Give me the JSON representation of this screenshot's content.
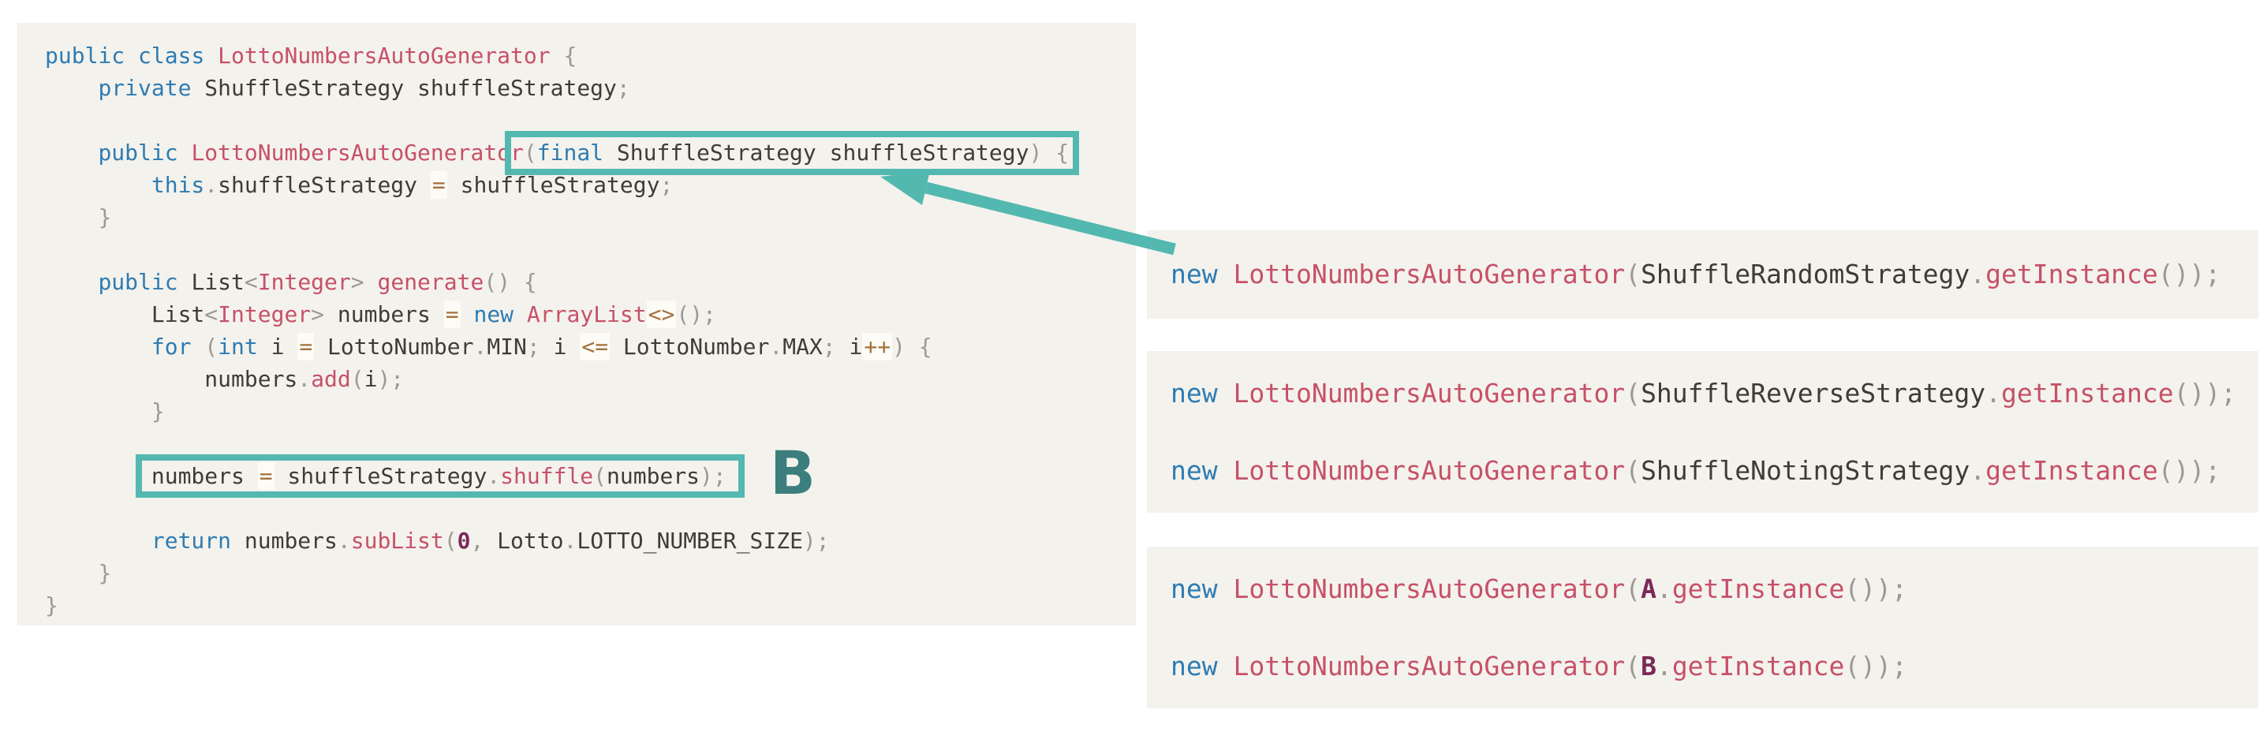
{
  "palette": {
    "teal": "#53b8b0",
    "label_teal": "#3b7e7d",
    "code_bg": "#f4f2ec",
    "page_bg": "#ffffff",
    "keyword": "#2d7cb3",
    "name": "#c65168",
    "plain": "#3e3c38",
    "punct": "#9c9995",
    "operator": "#a3713b",
    "operator_bg": "#fcfbf5",
    "const": "#7a2a58"
  },
  "left_panel": {
    "lines": [
      [
        {
          "t": "public",
          "c": "k"
        },
        {
          "t": " ",
          "c": "w"
        },
        {
          "t": "class",
          "c": "k"
        },
        {
          "t": " ",
          "c": "w"
        },
        {
          "t": "LottoNumbersAutoGenerator",
          "c": "n"
        },
        {
          "t": " ",
          "c": "w"
        },
        {
          "t": "{",
          "c": "g"
        }
      ],
      [
        {
          "t": "    ",
          "c": "w"
        },
        {
          "t": "private",
          "c": "k"
        },
        {
          "t": " ShuffleStrategy shuffleStrategy",
          "c": "w"
        },
        {
          "t": ";",
          "c": "g"
        }
      ],
      [
        {
          "t": "",
          "c": "w"
        }
      ],
      [
        {
          "t": "    ",
          "c": "w"
        },
        {
          "t": "public",
          "c": "k"
        },
        {
          "t": " ",
          "c": "w"
        },
        {
          "t": "LottoNumbersAutoGenerator",
          "c": "n"
        },
        {
          "t": "(",
          "c": "g"
        },
        {
          "t": "final",
          "c": "k"
        },
        {
          "t": " ShuffleStrategy shuffleStrategy",
          "c": "w"
        },
        {
          "t": ") {",
          "c": "g"
        }
      ],
      [
        {
          "t": "        ",
          "c": "w"
        },
        {
          "t": "this",
          "c": "k"
        },
        {
          "t": ".",
          "c": "g"
        },
        {
          "t": "shuffleStrategy ",
          "c": "w"
        },
        {
          "t": "=",
          "c": "o"
        },
        {
          "t": " shuffleStrategy",
          "c": "w"
        },
        {
          "t": ";",
          "c": "g"
        }
      ],
      [
        {
          "t": "    ",
          "c": "w"
        },
        {
          "t": "}",
          "c": "g"
        }
      ],
      [
        {
          "t": "",
          "c": "w"
        }
      ],
      [
        {
          "t": "    ",
          "c": "w"
        },
        {
          "t": "public",
          "c": "k"
        },
        {
          "t": " List",
          "c": "w"
        },
        {
          "t": "<",
          "c": "g"
        },
        {
          "t": "Integer",
          "c": "n"
        },
        {
          "t": ">",
          "c": "g"
        },
        {
          "t": " ",
          "c": "w"
        },
        {
          "t": "generate",
          "c": "n"
        },
        {
          "t": "() {",
          "c": "g"
        }
      ],
      [
        {
          "t": "        List",
          "c": "w"
        },
        {
          "t": "<",
          "c": "g"
        },
        {
          "t": "Integer",
          "c": "n"
        },
        {
          "t": ">",
          "c": "g"
        },
        {
          "t": " numbers ",
          "c": "w"
        },
        {
          "t": "=",
          "c": "o"
        },
        {
          "t": " ",
          "c": "w"
        },
        {
          "t": "new",
          "c": "k"
        },
        {
          "t": " ",
          "c": "w"
        },
        {
          "t": "ArrayList",
          "c": "n"
        },
        {
          "t": "<>",
          "c": "o"
        },
        {
          "t": "();",
          "c": "g"
        }
      ],
      [
        {
          "t": "        ",
          "c": "w"
        },
        {
          "t": "for",
          "c": "k"
        },
        {
          "t": " ",
          "c": "w"
        },
        {
          "t": "(",
          "c": "g"
        },
        {
          "t": "int",
          "c": "k"
        },
        {
          "t": " i ",
          "c": "w"
        },
        {
          "t": "=",
          "c": "o"
        },
        {
          "t": " LottoNumber",
          "c": "w"
        },
        {
          "t": ".",
          "c": "g"
        },
        {
          "t": "MIN",
          "c": "w"
        },
        {
          "t": ";",
          "c": "g"
        },
        {
          "t": " i ",
          "c": "w"
        },
        {
          "t": "<=",
          "c": "o"
        },
        {
          "t": " LottoNumber",
          "c": "w"
        },
        {
          "t": ".",
          "c": "g"
        },
        {
          "t": "MAX",
          "c": "w"
        },
        {
          "t": ";",
          "c": "g"
        },
        {
          "t": " i",
          "c": "w"
        },
        {
          "t": "++",
          "c": "o"
        },
        {
          "t": ") {",
          "c": "g"
        }
      ],
      [
        {
          "t": "            numbers",
          "c": "w"
        },
        {
          "t": ".",
          "c": "g"
        },
        {
          "t": "add",
          "c": "n"
        },
        {
          "t": "(",
          "c": "g"
        },
        {
          "t": "i",
          "c": "w"
        },
        {
          "t": ");",
          "c": "g"
        }
      ],
      [
        {
          "t": "        ",
          "c": "w"
        },
        {
          "t": "}",
          "c": "g"
        }
      ],
      [
        {
          "t": "",
          "c": "w"
        }
      ],
      [
        {
          "t": "        numbers ",
          "c": "w"
        },
        {
          "t": "=",
          "c": "o"
        },
        {
          "t": " shuffleStrategy",
          "c": "w"
        },
        {
          "t": ".",
          "c": "g"
        },
        {
          "t": "shuffle",
          "c": "n"
        },
        {
          "t": "(",
          "c": "g"
        },
        {
          "t": "numbers",
          "c": "w"
        },
        {
          "t": ");",
          "c": "g"
        }
      ],
      [
        {
          "t": "",
          "c": "w"
        }
      ],
      [
        {
          "t": "        ",
          "c": "w"
        },
        {
          "t": "return",
          "c": "k"
        },
        {
          "t": " numbers",
          "c": "w"
        },
        {
          "t": ".",
          "c": "g"
        },
        {
          "t": "subList",
          "c": "n"
        },
        {
          "t": "(",
          "c": "g"
        },
        {
          "t": "0",
          "c": "d"
        },
        {
          "t": ",",
          "c": "g"
        },
        {
          "t": " Lotto",
          "c": "w"
        },
        {
          "t": ".",
          "c": "g"
        },
        {
          "t": "LOTTO_NUMBER_SIZE",
          "c": "w"
        },
        {
          "t": ");",
          "c": "g"
        }
      ],
      [
        {
          "t": "    ",
          "c": "w"
        },
        {
          "t": "}",
          "c": "g"
        }
      ],
      [
        {
          "t": "}",
          "c": "g"
        }
      ]
    ]
  },
  "right_panels": [
    {
      "lines": [
        [
          {
            "t": "new",
            "c": "k"
          },
          {
            "t": " ",
            "c": "w"
          },
          {
            "t": "LottoNumbersAutoGenerator",
            "c": "n"
          },
          {
            "t": "(",
            "c": "g"
          },
          {
            "t": "ShuffleRandomStrategy",
            "c": "w"
          },
          {
            "t": ".",
            "c": "g"
          },
          {
            "t": "getInstance",
            "c": "n"
          },
          {
            "t": "());",
            "c": "g"
          }
        ]
      ]
    },
    {
      "lines": [
        [
          {
            "t": "new",
            "c": "k"
          },
          {
            "t": " ",
            "c": "w"
          },
          {
            "t": "LottoNumbersAutoGenerator",
            "c": "n"
          },
          {
            "t": "(",
            "c": "g"
          },
          {
            "t": "ShuffleReverseStrategy",
            "c": "w"
          },
          {
            "t": ".",
            "c": "g"
          },
          {
            "t": "getInstance",
            "c": "n"
          },
          {
            "t": "());",
            "c": "g"
          }
        ],
        [
          {
            "t": "new",
            "c": "k"
          },
          {
            "t": " ",
            "c": "w"
          },
          {
            "t": "LottoNumbersAutoGenerator",
            "c": "n"
          },
          {
            "t": "(",
            "c": "g"
          },
          {
            "t": "ShuffleNotingStrategy",
            "c": "w"
          },
          {
            "t": ".",
            "c": "g"
          },
          {
            "t": "getInstance",
            "c": "n"
          },
          {
            "t": "());",
            "c": "g"
          }
        ]
      ]
    },
    {
      "lines": [
        [
          {
            "t": "new",
            "c": "k"
          },
          {
            "t": " ",
            "c": "w"
          },
          {
            "t": "LottoNumbersAutoGenerator",
            "c": "n"
          },
          {
            "t": "(",
            "c": "g"
          },
          {
            "t": "A",
            "c": "d"
          },
          {
            "t": ".",
            "c": "g"
          },
          {
            "t": "getInstance",
            "c": "n"
          },
          {
            "t": "());",
            "c": "g"
          }
        ],
        [
          {
            "t": "new",
            "c": "k"
          },
          {
            "t": " ",
            "c": "w"
          },
          {
            "t": "LottoNumbersAutoGenerator",
            "c": "n"
          },
          {
            "t": "(",
            "c": "g"
          },
          {
            "t": "B",
            "c": "d"
          },
          {
            "t": ".",
            "c": "g"
          },
          {
            "t": "getInstance",
            "c": "n"
          },
          {
            "t": "());",
            "c": "g"
          }
        ]
      ]
    }
  ],
  "annotations": {
    "b_label": "B"
  }
}
